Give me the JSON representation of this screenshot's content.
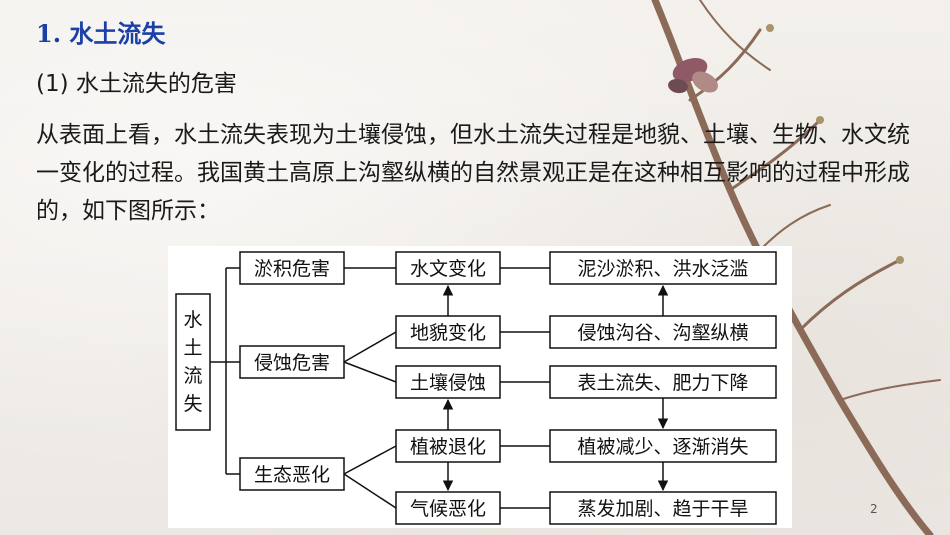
{
  "slide": {
    "heading": "1. 水土流失",
    "subheading": "(1) 水土流失的危害",
    "paragraph": "从表面上看，水土流失表现为土壤侵蚀，但水土流失过程是地貌、土壤、生物、水文统一变化的过程。我国黄土高原上沟壑纵横的自然景观正是在这种相互影响的过程中形成的，如下图所示：",
    "page_number": "2"
  },
  "diagram": {
    "root": [
      "水",
      "土",
      "流",
      "失"
    ],
    "categories": [
      "淤积危害",
      "侵蚀危害",
      "生态恶化"
    ],
    "middle": [
      "水文变化",
      "地貌变化",
      "土壤侵蚀",
      "植被退化",
      "气候恶化"
    ],
    "right": [
      "泥沙淤积、洪水泛滥",
      "侵蚀沟谷、沟壑纵横",
      "表土流失、肥力下降",
      "植被减少、逐渐消失",
      "蒸发加剧、趋于干旱"
    ]
  }
}
